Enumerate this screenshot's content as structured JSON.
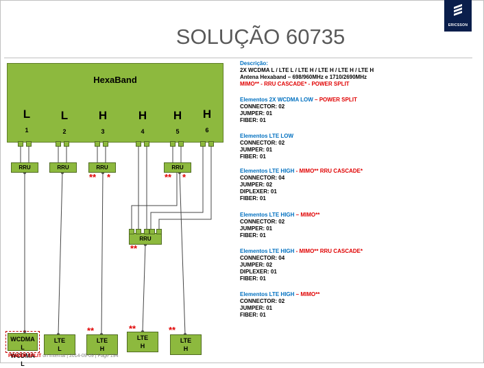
{
  "title": "SOLUÇÃO 60735",
  "logo": {
    "text": "ERICSSON"
  },
  "hexaband": {
    "label": "HexaBand",
    "ports": [
      {
        "letter": "L",
        "num": "1"
      },
      {
        "letter": "L",
        "num": "2"
      },
      {
        "letter": "H",
        "num": "3"
      },
      {
        "letter": "H",
        "num": "4"
      },
      {
        "letter": "H",
        "num": "5"
      },
      {
        "letter": "H",
        "num": "6"
      }
    ]
  },
  "rru_label": "RRU",
  "stars": {
    "double": "**",
    "single": "*"
  },
  "bottom_boxes": [
    {
      "line1": "WCDMA L",
      "line2": "WCDMA L"
    },
    {
      "line1": "LTE",
      "line2": "L"
    },
    {
      "line1": "LTE",
      "line2": "H"
    },
    {
      "line1": "LTE",
      "line2": "H"
    },
    {
      "line1": "LTE",
      "line2": "H"
    }
  ],
  "description": {
    "heading": "Descrição:",
    "line1": "2X WCDMA L / LTE L / LTE H / LTE H / LTE H / LTE H",
    "line2": "Antena Hexaband – 698/960MHz  e  1710/2690MHz",
    "line3": "MIMO** - RRU CASCADE* - POWER SPLIT"
  },
  "sections": [
    {
      "title_blue": "Elementos 2X WCDMA LOW",
      "title_red": " – POWER SPLIT",
      "lines": [
        "CONNECTOR: 02",
        "JUMPER: 01",
        "FIBER: 01"
      ]
    },
    {
      "title_blue": "Elementos LTE LOW",
      "title_red": "",
      "lines": [
        "CONNECTOR: 02",
        "JUMPER: 01",
        "FIBER: 01"
      ]
    },
    {
      "title_blue": "Elementos LTE HIGH",
      "title_red": " - MIMO** RRU CASCADE*",
      "lines": [
        "CONNECTOR: 04",
        "JUMPER: 02",
        "DIPLEXER: 01",
        "FIBER: 01"
      ]
    },
    {
      "title_blue": "Elementos LTE HIGH",
      "title_red": " – MIMO**",
      "lines": [
        "CONNECTOR: 02",
        "JUMPER: 01",
        "FIBER: 01"
      ]
    },
    {
      "title_blue": "Elementos LTE HIGH",
      "title_red": " - MIMO** RRU CASCADE*",
      "lines": [
        "CONNECTOR: 04",
        "JUMPER: 02",
        "DIPLEXER: 01",
        "FIBER: 01"
      ]
    },
    {
      "title_blue": "Elementos LTE HIGH",
      "title_red": " – MIMO**",
      "lines": [
        "CONNECTOR: 02",
        "JUMPER: 01",
        "FIBER: 01"
      ]
    }
  ],
  "footer": {
    "power_split": "POWER SPLIT",
    "text": "on Internal  |  2014-09-09  |  Page 194"
  }
}
